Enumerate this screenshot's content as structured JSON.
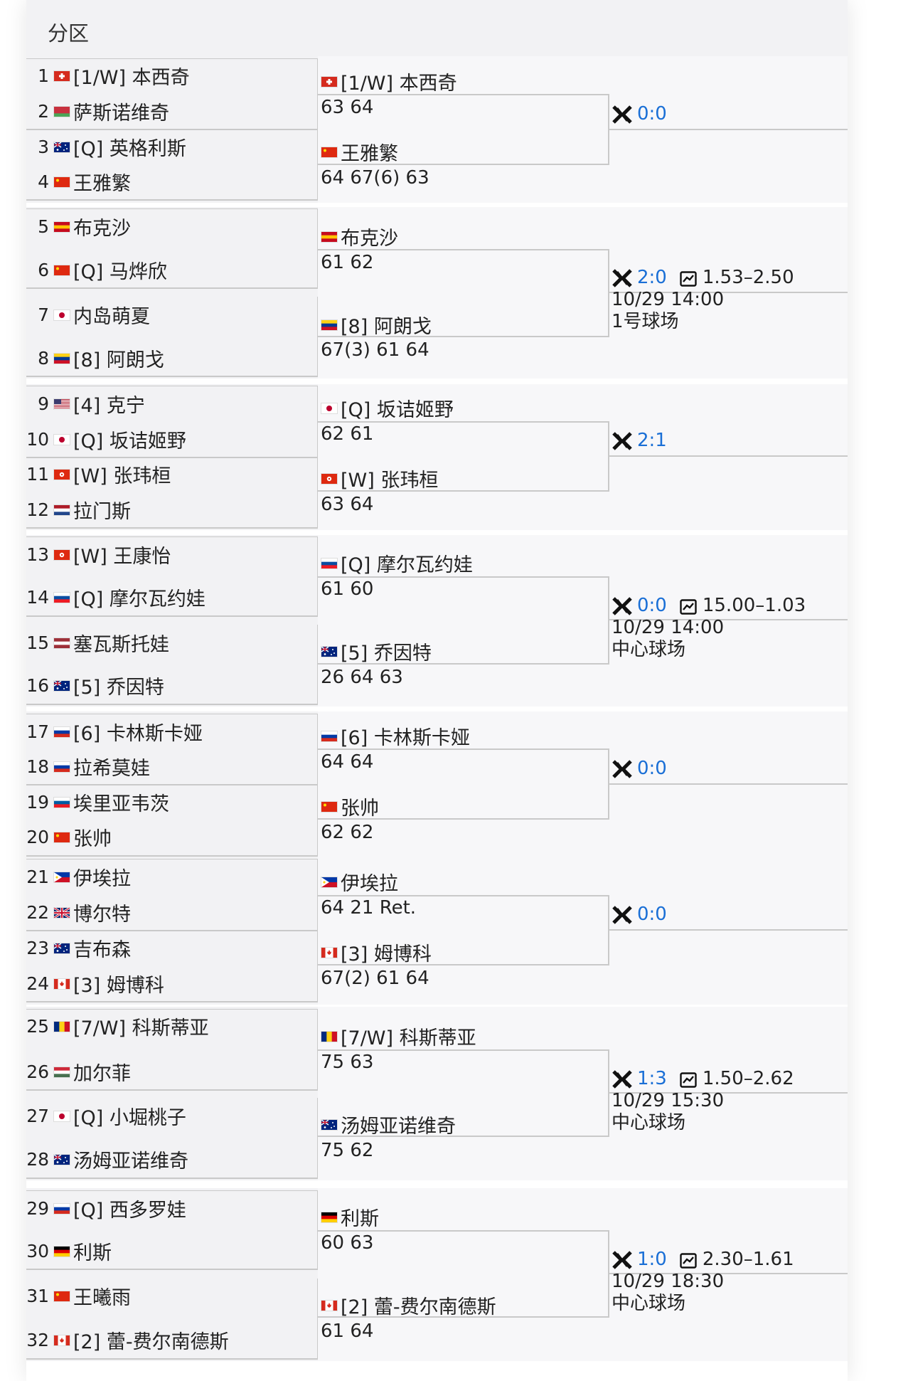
{
  "page": {
    "title": "分区"
  },
  "flags": {
    "SUI": {
      "type": "sui"
    },
    "BLR": {
      "type": "tri3h",
      "colors": [
        "#c8313e",
        "#c8313e",
        "#4aa657"
      ]
    },
    "AUS": {
      "type": "aus"
    },
    "CHN": {
      "type": "chn"
    },
    "ESP": {
      "type": "tri3h",
      "colors": [
        "#c60b1e",
        "#ffc400",
        "#c60b1e"
      ]
    },
    "JPN": {
      "type": "jpn"
    },
    "COL": {
      "type": "tri3h",
      "colors": [
        "#fcd116",
        "#003893",
        "#ce1126"
      ]
    },
    "USA": {
      "type": "usa"
    },
    "HKG": {
      "type": "hkg"
    },
    "NED": {
      "type": "tri3h",
      "colors": [
        "#ae1c28",
        "#ffffff",
        "#21468b"
      ]
    },
    "SVK": {
      "type": "tri3h",
      "colors": [
        "#ffffff",
        "#0b4ea2",
        "#ee1c25"
      ]
    },
    "LAT": {
      "type": "tri3h",
      "colors": [
        "#9e3039",
        "#ffffff",
        "#9e3039"
      ]
    },
    "RUS": {
      "type": "tri3h",
      "colors": [
        "#ffffff",
        "#0039a6",
        "#d52b1e"
      ]
    },
    "SLO": {
      "type": "tri3h",
      "colors": [
        "#ffffff",
        "#005da4",
        "#ed1c24"
      ]
    },
    "PHI": {
      "type": "phi"
    },
    "GBR": {
      "type": "gbr"
    },
    "CAN": {
      "type": "can"
    },
    "ROU": {
      "type": "tri3v",
      "colors": [
        "#002b7f",
        "#fcd116",
        "#ce1126"
      ]
    },
    "HUN": {
      "type": "tri3h",
      "colors": [
        "#ce2939",
        "#ffffff",
        "#477050"
      ]
    },
    "GER": {
      "type": "tri3h",
      "colors": [
        "#000000",
        "#dd0000",
        "#ffce00"
      ]
    }
  },
  "sections": [
    {
      "players": [
        {
          "num": "1",
          "flag": "SUI",
          "name": "[1/W] 本西奇"
        },
        {
          "num": "2",
          "flag": "BLR",
          "name": "萨斯诺维奇"
        },
        {
          "num": "3",
          "flag": "AUS",
          "name": "[Q] 英格利斯"
        },
        {
          "num": "4",
          "flag": "CHN",
          "name": "王雅繁"
        }
      ],
      "r16": [
        {
          "flag": "SUI",
          "name": "[1/W] 本西奇",
          "score": "63 64"
        },
        {
          "flag": "CHN",
          "name": "王雅繁",
          "score": "64 67(6) 63"
        }
      ],
      "qf": {
        "h2h": "0:0",
        "odds": "",
        "datetime": "",
        "court": ""
      }
    },
    {
      "players": [
        {
          "num": "5",
          "flag": "ESP",
          "name": "布克沙"
        },
        {
          "num": "6",
          "flag": "CHN",
          "name": "[Q] 马烨欣"
        },
        {
          "num": "7",
          "flag": "JPN",
          "name": "内岛萌夏"
        },
        {
          "num": "8",
          "flag": "COL",
          "name": "[8] 阿朗戈"
        }
      ],
      "r16": [
        {
          "flag": "ESP",
          "name": "布克沙",
          "score": "61 62"
        },
        {
          "flag": "COL",
          "name": "[8] 阿朗戈",
          "score": "67(3) 61 64"
        }
      ],
      "qf": {
        "h2h": "2:0",
        "odds": "1.53–2.50",
        "datetime": "10/29 14:00",
        "court": "1号球场"
      }
    },
    {
      "players": [
        {
          "num": "9",
          "flag": "USA",
          "name": "[4] 克宁"
        },
        {
          "num": "10",
          "flag": "JPN",
          "name": "[Q] 坂诘姬野"
        },
        {
          "num": "11",
          "flag": "HKG",
          "name": "[W] 张玮桓"
        },
        {
          "num": "12",
          "flag": "NED",
          "name": "拉门斯"
        }
      ],
      "r16": [
        {
          "flag": "JPN",
          "name": "[Q] 坂诘姬野",
          "score": "62 61"
        },
        {
          "flag": "HKG",
          "name": "[W] 张玮桓",
          "score": "63 64"
        }
      ],
      "qf": {
        "h2h": "2:1",
        "odds": "",
        "datetime": "",
        "court": ""
      }
    },
    {
      "players": [
        {
          "num": "13",
          "flag": "HKG",
          "name": "[W] 王康怡"
        },
        {
          "num": "14",
          "flag": "SVK",
          "name": "[Q] 摩尔瓦约娃"
        },
        {
          "num": "15",
          "flag": "LAT",
          "name": "塞瓦斯托娃"
        },
        {
          "num": "16",
          "flag": "AUS",
          "name": "[5] 乔因特"
        }
      ],
      "r16": [
        {
          "flag": "SVK",
          "name": "[Q] 摩尔瓦约娃",
          "score": "61 60"
        },
        {
          "flag": "AUS",
          "name": "[5] 乔因特",
          "score": "26 64 63"
        }
      ],
      "qf": {
        "h2h": "0:0",
        "odds": "15.00–1.03",
        "datetime": "10/29 14:00",
        "court": "中心球场"
      }
    },
    {
      "players": [
        {
          "num": "17",
          "flag": "RUS",
          "name": "[6] 卡林斯卡娅"
        },
        {
          "num": "18",
          "flag": "RUS",
          "name": "拉希莫娃"
        },
        {
          "num": "19",
          "flag": "SLO",
          "name": "埃里亚韦茨"
        },
        {
          "num": "20",
          "flag": "CHN",
          "name": "张帅"
        }
      ],
      "r16": [
        {
          "flag": "RUS",
          "name": "[6] 卡林斯卡娅",
          "score": "64 64"
        },
        {
          "flag": "CHN",
          "name": "张帅",
          "score": "62 62"
        }
      ],
      "qf": {
        "h2h": "0:0",
        "odds": "",
        "datetime": "",
        "court": ""
      }
    },
    {
      "players": [
        {
          "num": "21",
          "flag": "PHI",
          "name": "伊埃拉"
        },
        {
          "num": "22",
          "flag": "GBR",
          "name": "博尔特"
        },
        {
          "num": "23",
          "flag": "AUS",
          "name": "吉布森"
        },
        {
          "num": "24",
          "flag": "CAN",
          "name": "[3] 姆博科"
        }
      ],
      "r16": [
        {
          "flag": "PHI",
          "name": "伊埃拉",
          "score": "64 21 Ret."
        },
        {
          "flag": "CAN",
          "name": "[3] 姆博科",
          "score": "67(2) 61 64"
        }
      ],
      "qf": {
        "h2h": "0:0",
        "odds": "",
        "datetime": "",
        "court": ""
      }
    },
    {
      "players": [
        {
          "num": "25",
          "flag": "ROU",
          "name": "[7/W] 科斯蒂亚"
        },
        {
          "num": "26",
          "flag": "HUN",
          "name": "加尔菲"
        },
        {
          "num": "27",
          "flag": "JPN",
          "name": "[Q] 小堀桃子"
        },
        {
          "num": "28",
          "flag": "AUS",
          "name": "汤姆亚诺维奇"
        }
      ],
      "r16": [
        {
          "flag": "ROU",
          "name": "[7/W] 科斯蒂亚",
          "score": "75 63"
        },
        {
          "flag": "AUS",
          "name": "汤姆亚诺维奇",
          "score": "75 62"
        }
      ],
      "qf": {
        "h2h": "1:3",
        "odds": "1.50–2.62",
        "datetime": "10/29 15:30",
        "court": "中心球场"
      }
    },
    {
      "players": [
        {
          "num": "29",
          "flag": "RUS",
          "name": "[Q] 西多罗娃"
        },
        {
          "num": "30",
          "flag": "GER",
          "name": "利斯"
        },
        {
          "num": "31",
          "flag": "CHN",
          "name": "王曦雨"
        },
        {
          "num": "32",
          "flag": "CAN",
          "name": "[2] 蕾-费尔南德斯"
        }
      ],
      "r16": [
        {
          "flag": "GER",
          "name": "利斯",
          "score": "60 63"
        },
        {
          "flag": "CAN",
          "name": "[2] 蕾-费尔南德斯",
          "score": "61 64"
        }
      ],
      "qf": {
        "h2h": "1:0",
        "odds": "2.30–1.61",
        "datetime": "10/29 18:30",
        "court": "中心球场"
      }
    }
  ]
}
